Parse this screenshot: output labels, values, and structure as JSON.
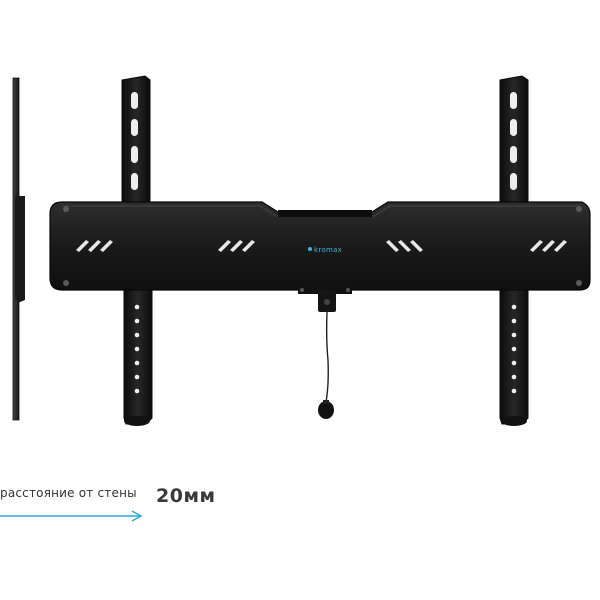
{
  "brand": {
    "logo_text": "kromax",
    "logo_color": "#39b5d8"
  },
  "caption": {
    "label": "расстояние от стены",
    "value": "20мм",
    "arrow_color": "#2aa7d3"
  },
  "colors": {
    "metal": "#1c1c1c",
    "metal_highlight": "#3a3a3a",
    "background": "#ffffff"
  }
}
